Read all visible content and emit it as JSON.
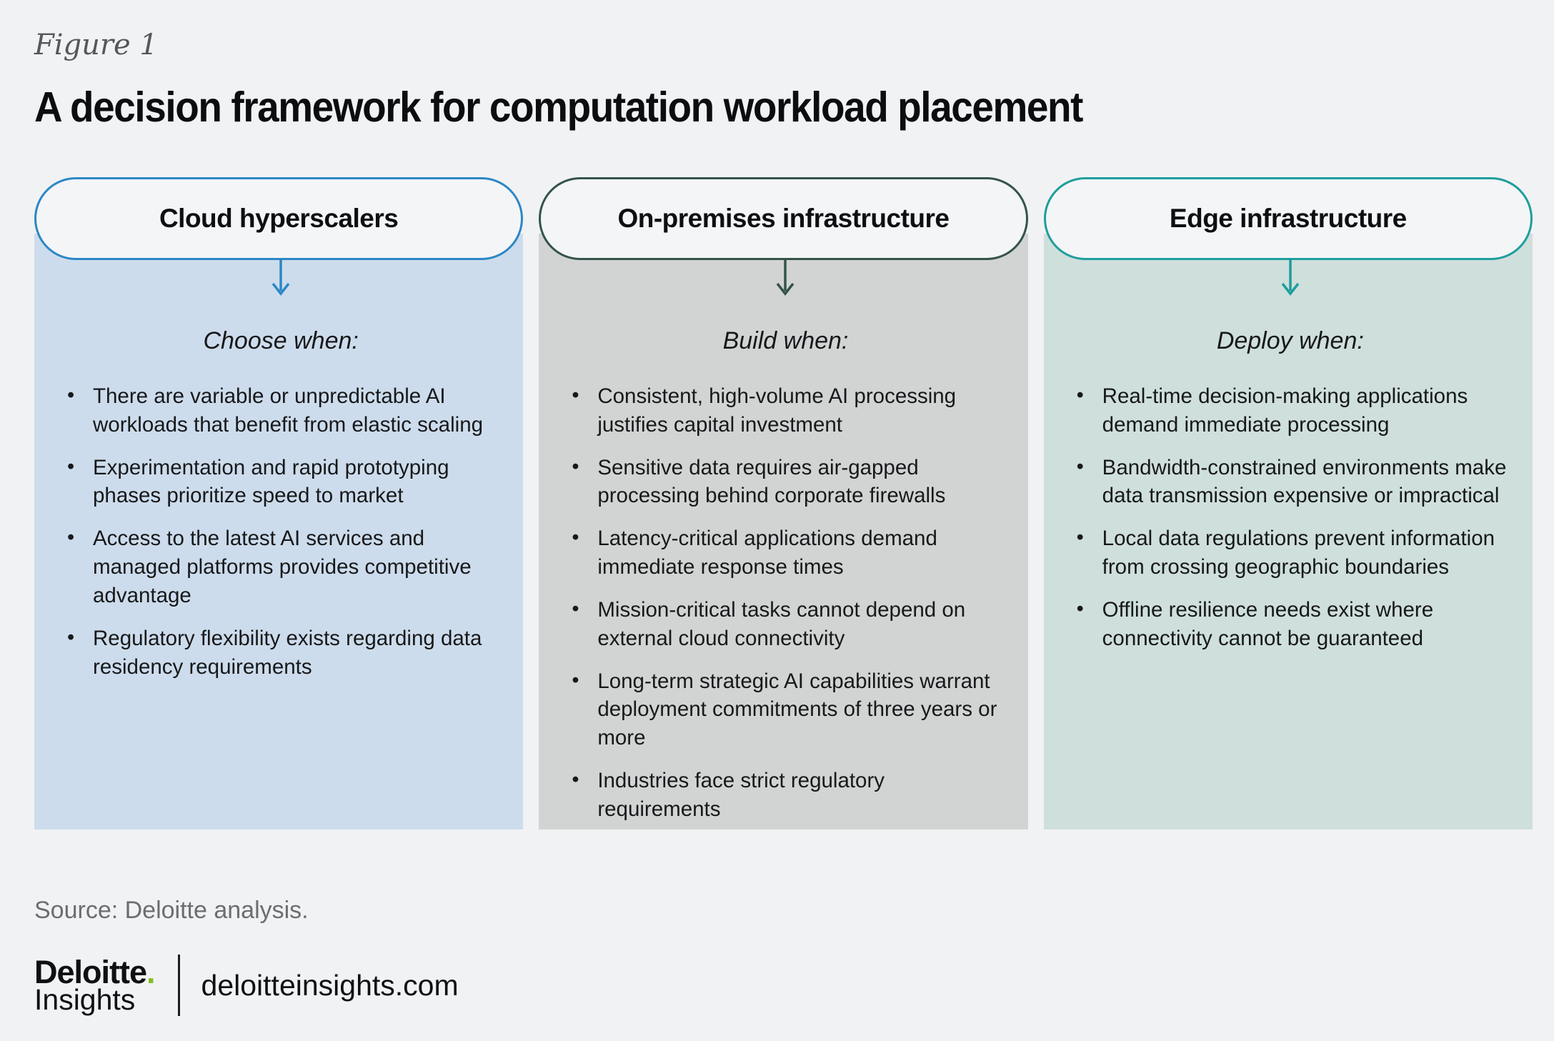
{
  "figure_label": "Figure 1",
  "title": "A decision framework for computation workload placement",
  "theme": {
    "page_bg": "#f1f2f4",
    "pill_bg": "#f4f5f7",
    "brand_green": "#86bc25"
  },
  "columns": [
    {
      "header": "Cloud hyperscalers",
      "icon": "arrow-down",
      "accent": "#2c87c5",
      "body_bg": "#cddcec",
      "when": "Choose when:",
      "bullets": [
        "There are variable or unpredictable AI workloads that benefit from elastic scaling",
        "Experimentation and rapid prototyping phases prioritize speed to market",
        "Access to the latest AI services and managed platforms provides competitive advantage",
        "Regulatory flexibility exists regarding data residency requirements"
      ]
    },
    {
      "header": "On-premises infrastructure",
      "icon": "arrow-down",
      "accent": "#33544a",
      "body_bg": "#d2d4d4",
      "when": "Build when:",
      "bullets": [
        "Consistent, high-volume AI processing justifies capital investment",
        "Sensitive data requires air-gapped processing behind corporate firewalls",
        "Latency-critical applications demand immediate response times",
        "Mission-critical tasks cannot depend on external cloud connectivity",
        "Long-term strategic AI capabilities warrant deployment commitments of three years or more",
        "Industries face strict regulatory requirements"
      ]
    },
    {
      "header": "Edge infrastructure",
      "icon": "arrow-down",
      "accent": "#1d9e9c",
      "body_bg": "#cfdfdc",
      "when": "Deploy when:",
      "bullets": [
        "Real-time decision-making applications demand immediate processing",
        "Bandwidth-constrained environments make data transmission expensive or impractical",
        "Local data regulations prevent information from crossing geographic boundaries",
        "Offline resilience needs exist where connectivity cannot be guaranteed"
      ]
    }
  ],
  "source": "Source: Deloitte analysis.",
  "footer": {
    "brand": "Deloitte",
    "brand_dot": ".",
    "brand_sub": "Insights",
    "site": "deloitteinsights.com"
  }
}
